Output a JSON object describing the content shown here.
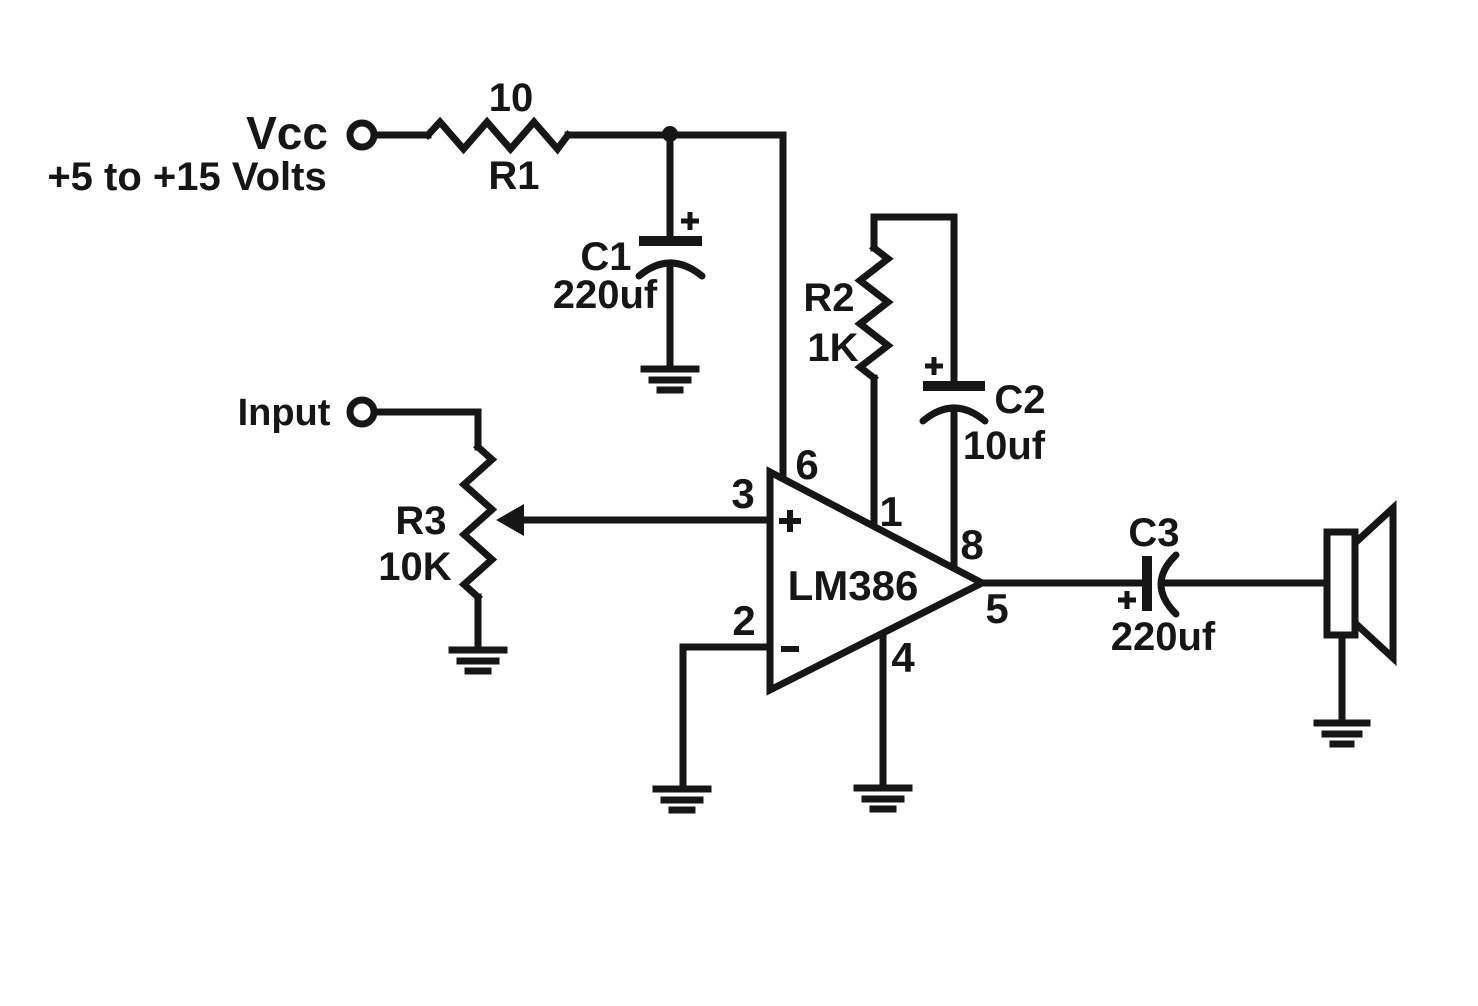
{
  "diagram_type": "circuit-schematic",
  "colors": {
    "line": "#161616",
    "background": "#ffffff"
  },
  "power": {
    "label": "Vcc",
    "range": "+5 to +15 Volts"
  },
  "input": {
    "label": "Input"
  },
  "ic": {
    "label": "LM386",
    "noninverting_sign": "+",
    "inverting_sign": "-"
  },
  "pins": {
    "pin1": "1",
    "pin2": "2",
    "pin3": "3",
    "pin4": "4",
    "pin5": "5",
    "pin6": "6",
    "pin8": "8"
  },
  "resistors": {
    "r1": {
      "ref": "R1",
      "value": "10"
    },
    "r2": {
      "ref": "R2",
      "value": "1K"
    },
    "r3": {
      "ref": "R3",
      "value": "10K"
    }
  },
  "capacitors": {
    "c1": {
      "ref": "C1",
      "value": "220uf",
      "polarity": "+"
    },
    "c2": {
      "ref": "C2",
      "value": "10uf",
      "polarity": "+"
    },
    "c3": {
      "ref": "C3",
      "value": "220uf",
      "polarity": "+"
    }
  }
}
